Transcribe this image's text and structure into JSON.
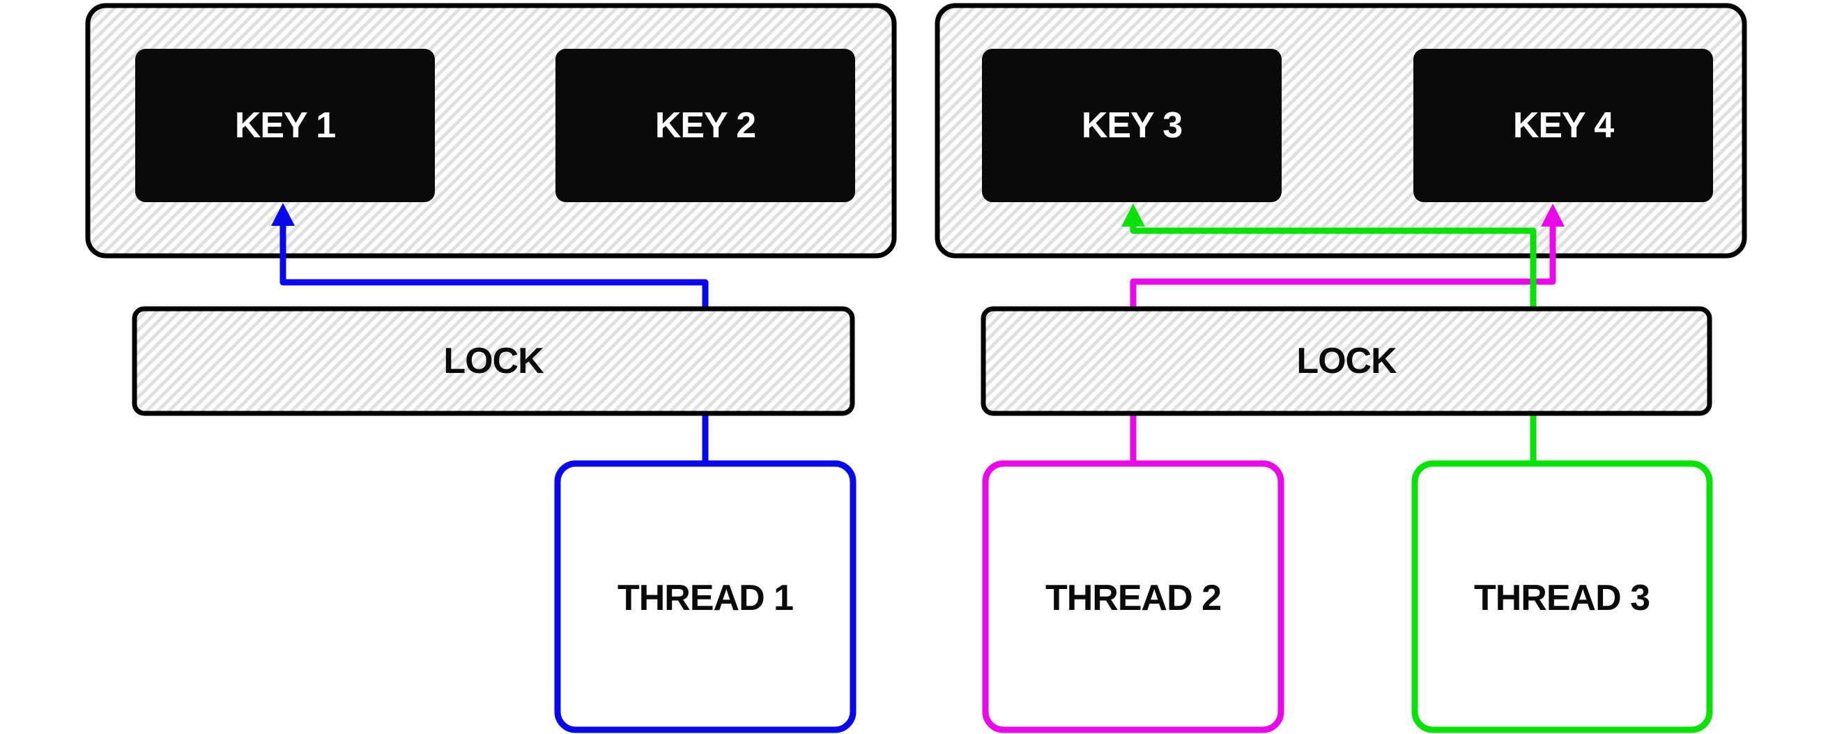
{
  "diagram": {
    "left_group": {
      "key1": "KEY 1",
      "key2": "KEY 2",
      "lock": "LOCK",
      "thread1": "THREAD 1"
    },
    "right_group": {
      "key3": "KEY 3",
      "key4": "KEY 4",
      "lock": "LOCK",
      "thread2": "THREAD 2",
      "thread3": "THREAD 3"
    },
    "edges": [
      {
        "from": "THREAD 1",
        "to": "KEY 1",
        "color": "#0808e8"
      },
      {
        "from": "THREAD 2",
        "to": "KEY 4",
        "color": "#e808e8"
      },
      {
        "from": "THREAD 3",
        "to": "KEY 3",
        "color": "#0ae00a"
      }
    ],
    "colors": {
      "background": "#ffffff",
      "node_fill": "#0a0a0a",
      "border": "#000000",
      "hatch_stripe": "#e0e0e0",
      "thread1_edge": "#0808e8",
      "thread2_edge": "#e808e8",
      "thread3_edge": "#0ae00a"
    }
  }
}
